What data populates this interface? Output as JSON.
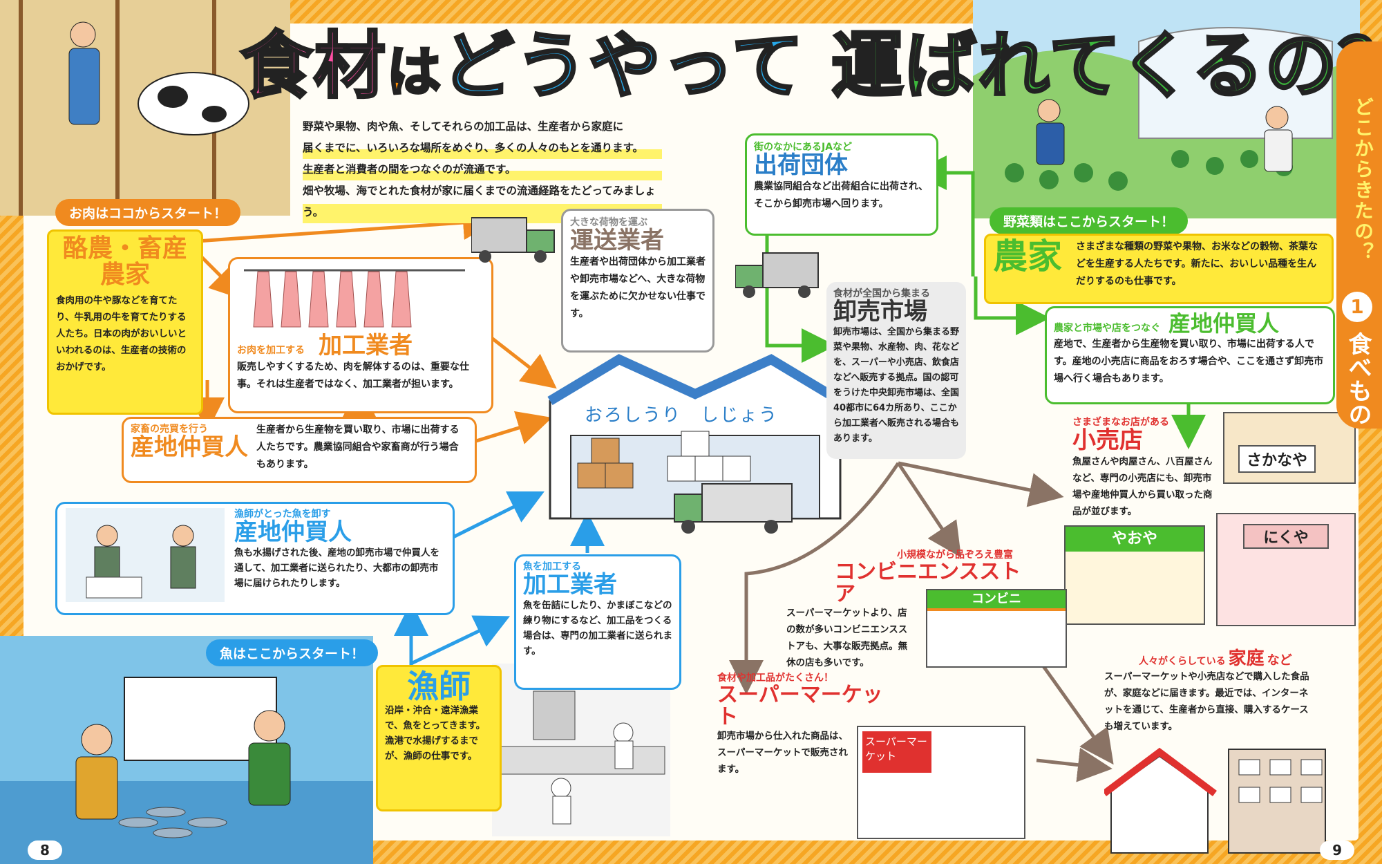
{
  "title": {
    "part1": "食材",
    "part2": "は",
    "part3": "どうやって",
    "part4": "運ばれてくるの？"
  },
  "intro": [
    "野菜や果物、肉や魚、そしてそれらの加工品は、生産者から家庭に",
    "届くまでに、いろいろな場所をめぐり、多くの人々のもとを通ります。",
    "生産者と消費者の間をつなぐのが流通です。",
    "畑や牧場、海でとれた食材が家に届くまでの流通経路をたどってみましょう。"
  ],
  "tags": {
    "meat": "お肉はココからスタート！",
    "vegetable": "野菜類はここからスタート！",
    "fish": "魚はここからスタート！"
  },
  "nodes": {
    "rakunou": {
      "name": "酪農・畜産農家",
      "desc": "食肉用の牛や豚などを育てたり、牛乳用の牛を育てたりする人たち。日本の肉がおいしいといわれるのは、生産者の技術のおかげです。"
    },
    "meat_processor": {
      "cat": "お肉を加工する",
      "name": "加工業者",
      "desc": "販売しやすくするため、肉を解体するのは、重要な仕事。それは生産者ではなく、加工業者が担います。"
    },
    "livestock_broker": {
      "cat": "家畜の売買を行う",
      "name": "産地仲買人",
      "desc": "生産者から生産物を買い取り、市場に出荷する人たちです。農業協同組合や家畜商が行う場合もあります。"
    },
    "transport": {
      "cat": "大きな荷物を運ぶ",
      "name": "運送業者",
      "desc": "生産者や出荷団体から加工業者や卸売市場などへ、大きな荷物を運ぶために欠かせない仕事です。"
    },
    "shipping": {
      "cat": "街のなかにあるJAなど",
      "name": "出荷団体",
      "desc": "農業協同組合など出荷組合に出荷され、そこから卸売市場へ回ります。"
    },
    "wholesale": {
      "cat": "食材が全国から集まる",
      "name": "卸売市場",
      "desc": "卸売市場は、全国から集まる野菜や果物、水産物、肉、花などを、スーパーや小売店、飲食店などへ販売する拠点。国の認可をうけた中央卸売市場は、全国40都市に64カ所あり、ここから加工業者へ販売される場合もあります。"
    },
    "farmer": {
      "name": "農家",
      "desc": "さまざまな種類の野菜や果物、お米などの穀物、茶葉などを生産する人たちです。新たに、おいしい品種を生んだりするのも仕事です。"
    },
    "veg_broker": {
      "cat": "農家と市場や店をつなぐ",
      "name": "産地仲買人",
      "desc": "産地で、生産者から生産物を買い取り、市場に出荷する人です。産地の小売店に商品をおろす場合や、ここを通さず卸売市場へ行く場合もあります。"
    },
    "retail": {
      "cat": "さまざまなお店がある",
      "name": "小売店",
      "desc": "魚屋さんや肉屋さん、八百屋さんなど、専門の小売店にも、卸売市場や産地仲買人から買い取った商品が並びます。"
    },
    "fish_broker": {
      "cat": "漁師がとった魚を卸す",
      "name": "産地仲買人",
      "desc": "魚も水揚げされた後、産地の卸売市場で仲買人を通して、加工業者に送られたり、大都市の卸売市場に届けられたりします。"
    },
    "fish_processor": {
      "cat": "魚を加工する",
      "name": "加工業者",
      "desc": "魚を缶詰にしたり、かまぼこなどの練り物にするなど、加工品をつくる場合は、専門の加工業者に送られます。"
    },
    "fisherman": {
      "name": "漁師",
      "desc": "沿岸・沖合・遠洋漁業で、魚をとってきます。漁港で水揚げするまでが、漁師の仕事です。"
    },
    "convenience": {
      "cat": "小規模ながら品ぞろえ豊富",
      "name": "コンビニエンスストア",
      "desc": "スーパーマーケットより、店の数が多いコンビニエンスストアも、大事な販売拠点。無休の店も多いです。"
    },
    "supermarket": {
      "cat": "食材や加工品がたくさん！",
      "name": "スーパーマーケット",
      "desc": "卸売市場から仕入れた商品は、スーパーマーケットで販売されます。"
    },
    "home": {
      "cat": "人々がくらしている",
      "name": "家庭",
      "suffix": "など",
      "desc": "スーパーマーケットや小売店などで購入した食品が、家庭などに届きます。最近では、インターネットを通じて、生産者から直接、購入するケースも増えています。"
    }
  },
  "market_label": "おろしうり　しじょう",
  "shop_signs": {
    "fish": "さかなや",
    "vegetable": "やおや",
    "meat": "にくや",
    "conbini": "コンビニ",
    "super": "スーパーマーケット"
  },
  "sidebar": {
    "question": "どこからきたの？",
    "number": "1",
    "label": "食べもの"
  },
  "pages": {
    "left": "8",
    "right": "9"
  },
  "colors": {
    "orange": "#f08a1f",
    "blue": "#2a9ee8",
    "green": "#4bbd2f",
    "brown": "#8a7365"
  }
}
